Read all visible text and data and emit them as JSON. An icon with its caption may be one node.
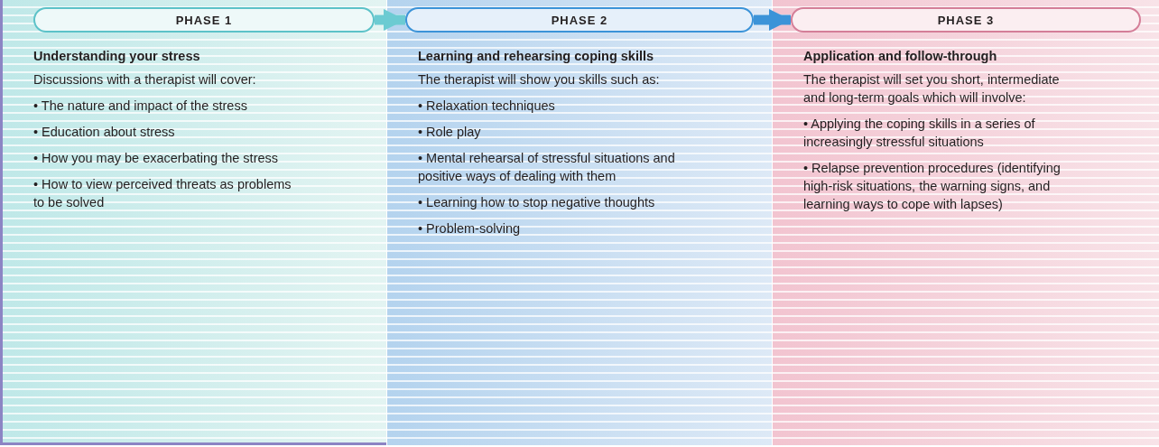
{
  "diagram": {
    "nodes": [
      {
        "text": [
          "Understanding your stress",
          "Discussions with a therapist will cover:",
          "• The nature and impact of the stress",
          "• Education about stress",
          "• How you may be exacerbating the stress",
          "• How to view perceived threats as problems to be solved"
        ]
      },
      {
        "text": [
          "PHASE 1"
        ],
        "in": 0
      },
      {
        "text": [
          "Learning and rehearsing coping skills",
          "The therapist will show you skills such as:",
          "• Relaxation techniques",
          "• Role play",
          "• Mental rehearsal of stressful situations and positive ways of dealing with them",
          "• Learning how to stop negative thoughts",
          "• Problem-solving"
        ]
      },
      {
        "text": [
          "PHASE 2"
        ],
        "in": 2
      },
      {
        "text": [
          "Application and follow-through",
          "The therapist will set you short, intermediate and long-term goals which will involve:",
          "• Applying the coping skills in a series of increasingly stressful situations",
          "• Relapse prevention procedures (identifying high-risk situations, the warning signs, and learning ways to cope with lapses)"
        ]
      },
      {
        "text": [
          "PHASE 3"
        ],
        "in": 4
      }
    ],
    "edges": [
      {
        "from": 1,
        "to": 3,
        "arrow": "to",
        "color": "#6ccbd2"
      },
      {
        "from": 3,
        "to": 5,
        "arrow": "to",
        "color": "#3b93d8"
      }
    ]
  }
}
